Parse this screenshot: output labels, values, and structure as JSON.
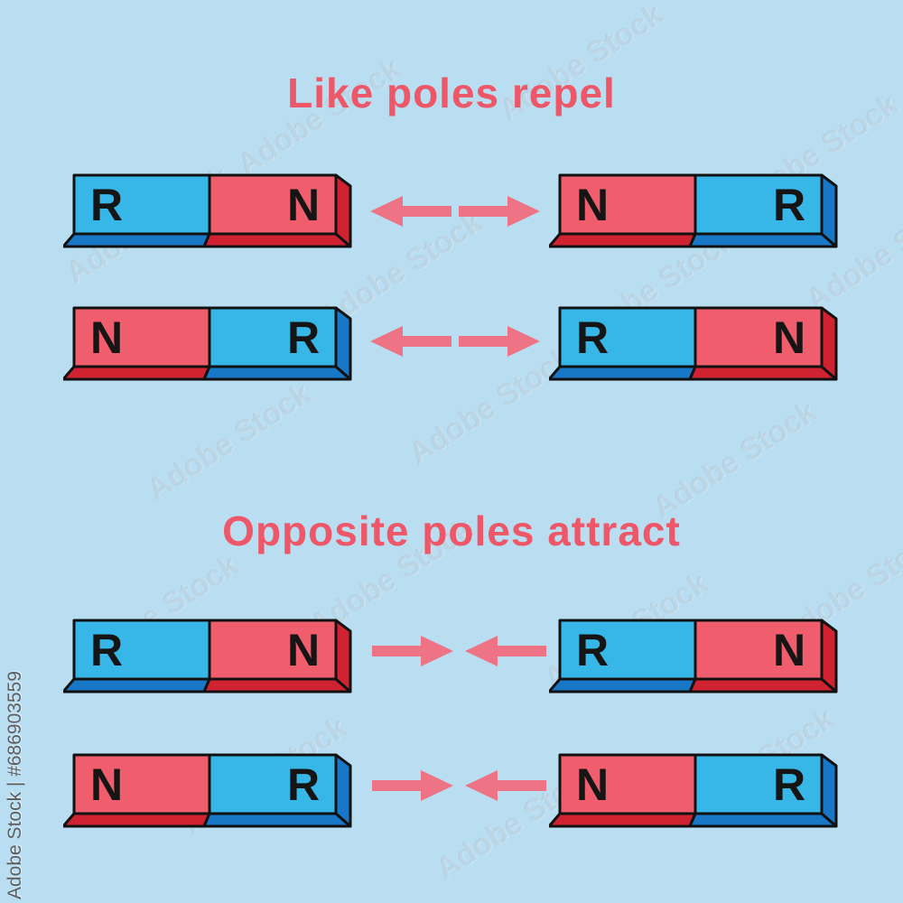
{
  "page": {
    "background": "#b9def2"
  },
  "colors": {
    "title": "#ee5767",
    "arrow": "#ee7384",
    "blue": "#37b6e8",
    "dark_blue": "#1878c7",
    "red": "#f05e6e",
    "dark_red": "#d12232",
    "outline": "#111111",
    "letter": "#151515",
    "background": "#b9def2"
  },
  "sections": [
    {
      "title": "Like poles repel",
      "arrow_direction": "outward"
    },
    {
      "title": "Opposite poles attract",
      "arrow_direction": "inward"
    }
  ],
  "magnets": [
    {
      "id": "repel-row1-left",
      "left_label": "R",
      "right_label": "N",
      "left_color": "#37b6e8",
      "right_color": "#f05e6e",
      "left_dark": "#1878c7",
      "right_dark": "#d12232"
    },
    {
      "id": "repel-row1-right",
      "left_label": "N",
      "right_label": "R",
      "left_color": "#f05e6e",
      "right_color": "#37b6e8",
      "left_dark": "#d12232",
      "right_dark": "#1878c7"
    },
    {
      "id": "repel-row2-left",
      "left_label": "N",
      "right_label": "R",
      "left_color": "#f05e6e",
      "right_color": "#37b6e8",
      "left_dark": "#d12232",
      "right_dark": "#1878c7"
    },
    {
      "id": "repel-row2-right",
      "left_label": "R",
      "right_label": "N",
      "left_color": "#37b6e8",
      "right_color": "#f05e6e",
      "left_dark": "#1878c7",
      "right_dark": "#d12232"
    },
    {
      "id": "attract-row1-left",
      "left_label": "R",
      "right_label": "N",
      "left_color": "#37b6e8",
      "right_color": "#f05e6e",
      "left_dark": "#1878c7",
      "right_dark": "#d12232"
    },
    {
      "id": "attract-row1-right",
      "left_label": "R",
      "right_label": "N",
      "left_color": "#37b6e8",
      "right_color": "#f05e6e",
      "left_dark": "#1878c7",
      "right_dark": "#d12232"
    },
    {
      "id": "attract-row2-left",
      "left_label": "N",
      "right_label": "R",
      "left_color": "#f05e6e",
      "right_color": "#37b6e8",
      "left_dark": "#d12232",
      "right_dark": "#1878c7"
    },
    {
      "id": "attract-row2-right",
      "left_label": "N",
      "right_label": "R",
      "left_color": "#f05e6e",
      "right_color": "#37b6e8",
      "left_dark": "#d12232",
      "right_dark": "#1878c7"
    }
  ],
  "watermark": {
    "diagonal_text": "Adobe Stock",
    "id_text": "Adobe Stock | #686903559"
  }
}
